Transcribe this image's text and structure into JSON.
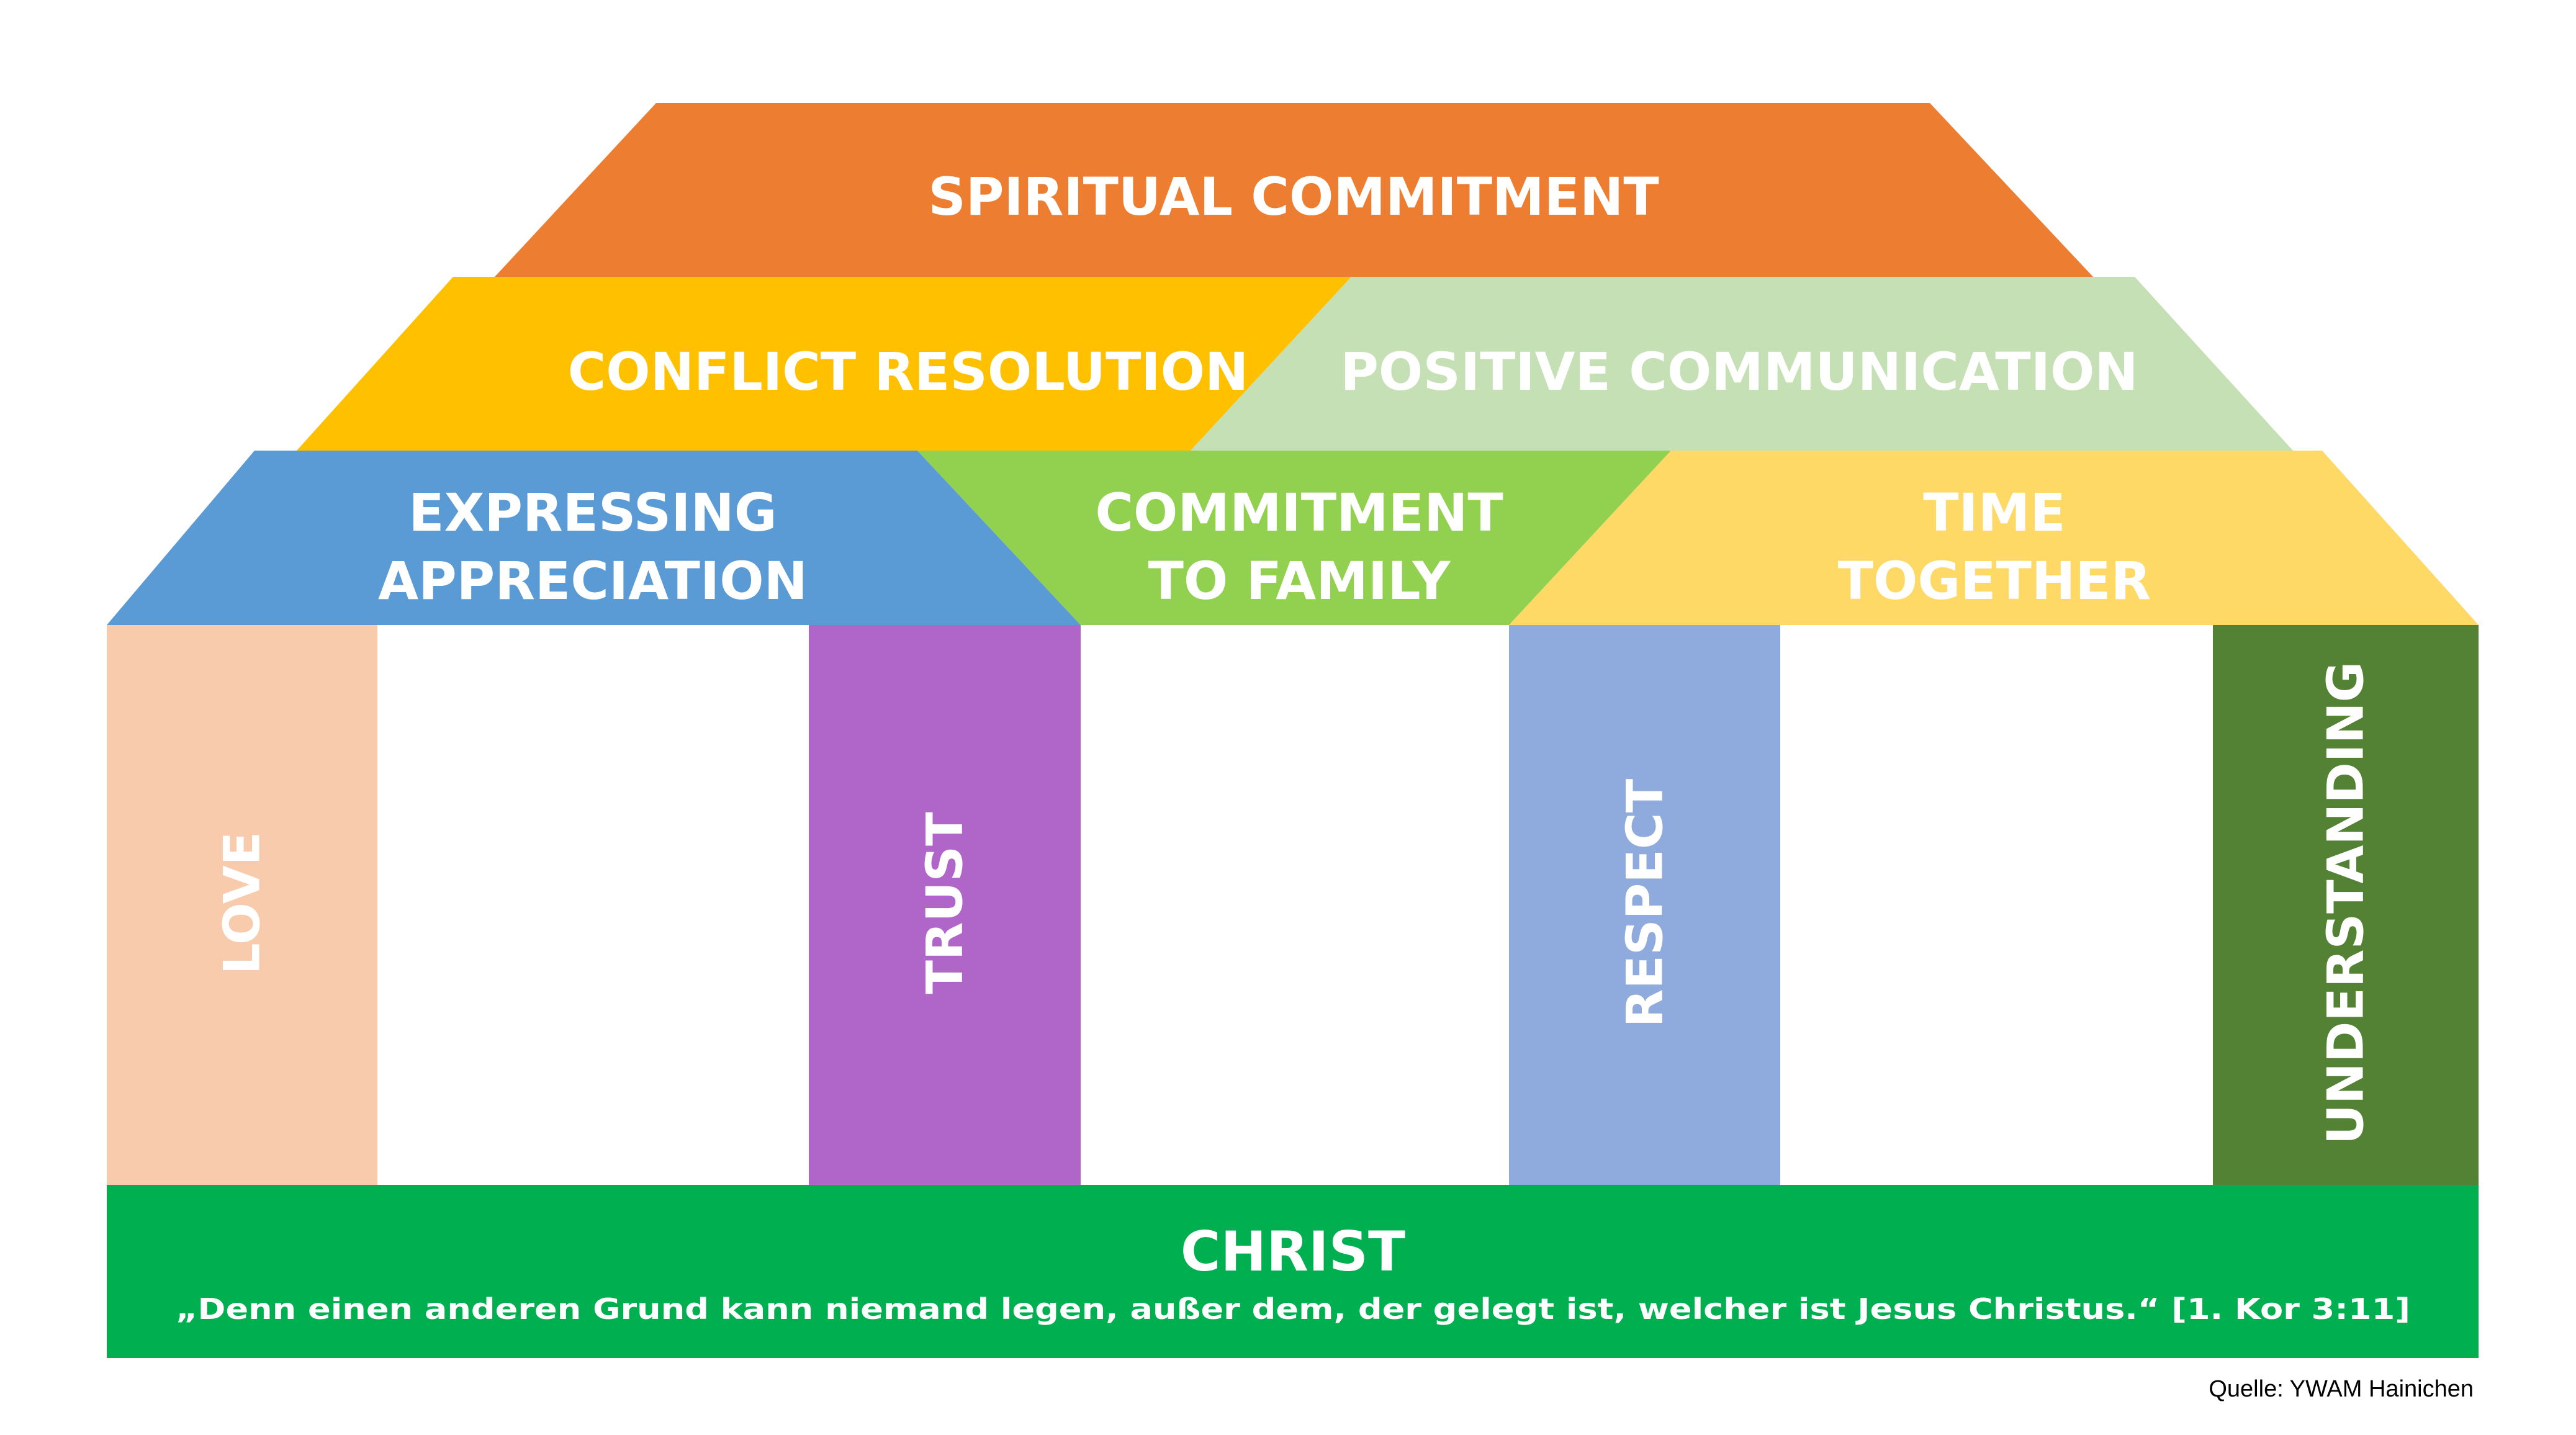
{
  "roof": {
    "top": {
      "label": "SPIRITUAL COMMITMENT",
      "color": "#ED7D31"
    },
    "middle": [
      {
        "label": "CONFLICT RESOLUTION",
        "color": "#FFC000"
      },
      {
        "label": "POSITIVE COMMUNICATION",
        "color": "#C5E0B4"
      }
    ],
    "bottom": [
      {
        "line1": "EXPRESSING",
        "line2": "APPRECIATION",
        "color": "#5B9BD5"
      },
      {
        "line1": "COMMITMENT",
        "line2": "TO FAMILY",
        "color": "#92D050"
      },
      {
        "line1": "TIME",
        "line2": "TOGETHER",
        "color": "#FFD966"
      }
    ]
  },
  "pillars": [
    {
      "label": "LOVE",
      "color": "#F8CBAD"
    },
    {
      "label": "TRUST",
      "color": "#B066C8"
    },
    {
      "label": "RESPECT",
      "color": "#8FAADC"
    },
    {
      "label": "UNDERSTANDING",
      "color": "#548235"
    }
  ],
  "foundation": {
    "title": "CHRIST",
    "verse": "„Denn einen anderen Grund kann niemand legen, außer dem, der gelegt ist, welcher ist Jesus Christus.“ [1. Kor 3:11]",
    "color": "#00B050"
  },
  "source": "Quelle: YWAM Hainichen"
}
